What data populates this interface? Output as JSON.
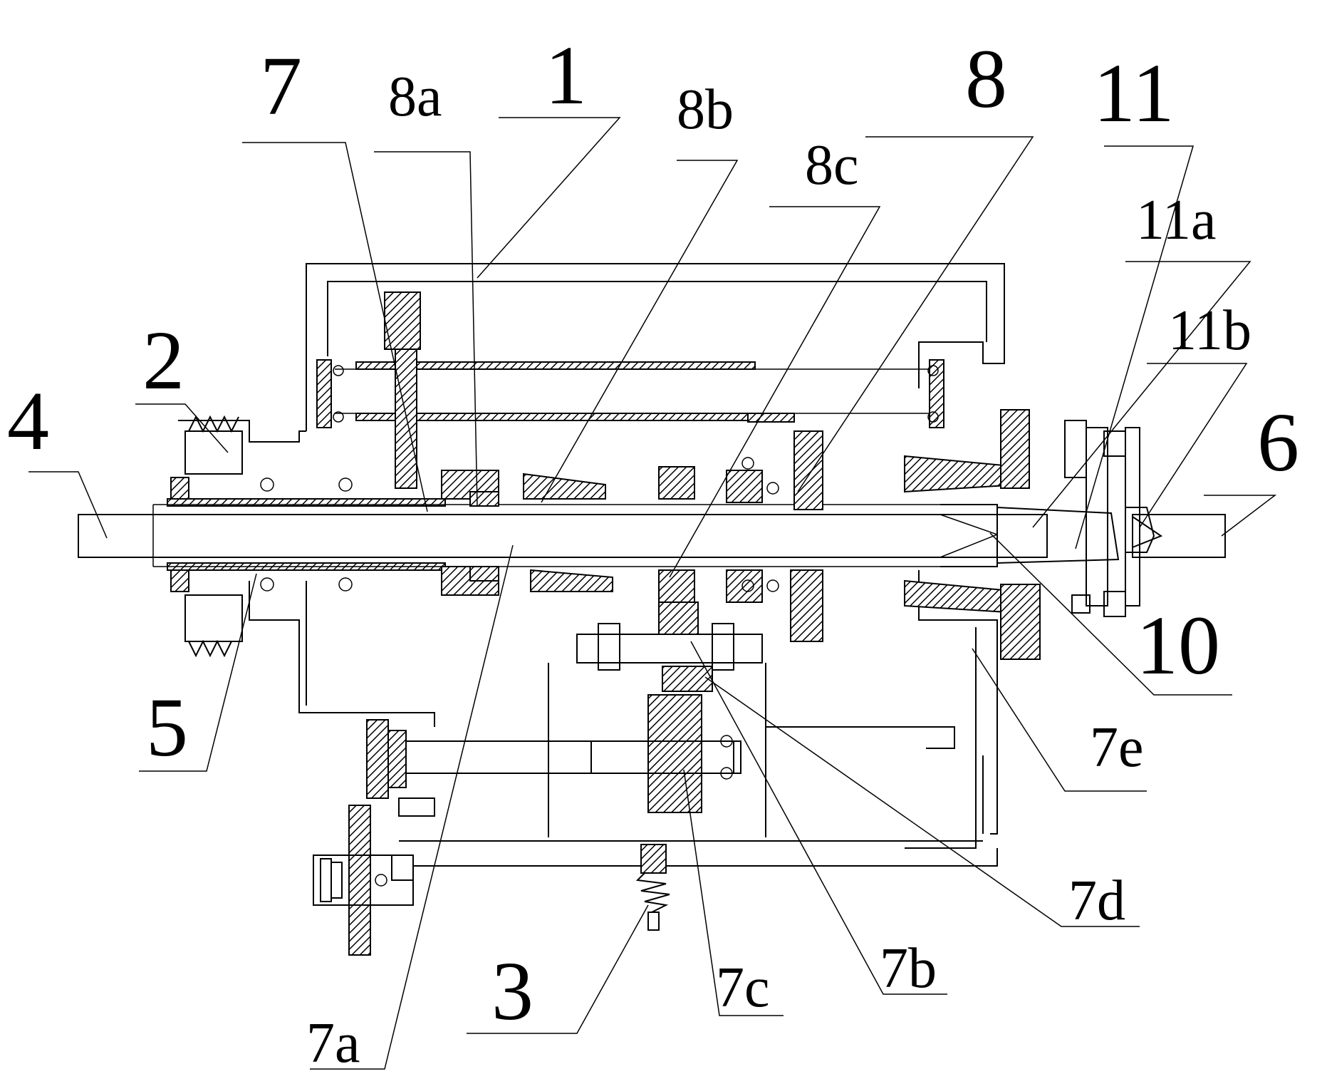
{
  "labels": {
    "n4": "4",
    "n2": "2",
    "n5": "5",
    "n7": "7",
    "n8a": "8a",
    "n1": "1",
    "n8b": "8b",
    "n8c": "8c",
    "n8": "8",
    "n11": "11",
    "n11a": "11a",
    "n11b": "11b",
    "n6": "6",
    "n10": "10",
    "n7e": "7e",
    "n7d": "7d",
    "n7b": "7b",
    "n7c": "7c",
    "n3": "3",
    "n7a": "7a"
  }
}
